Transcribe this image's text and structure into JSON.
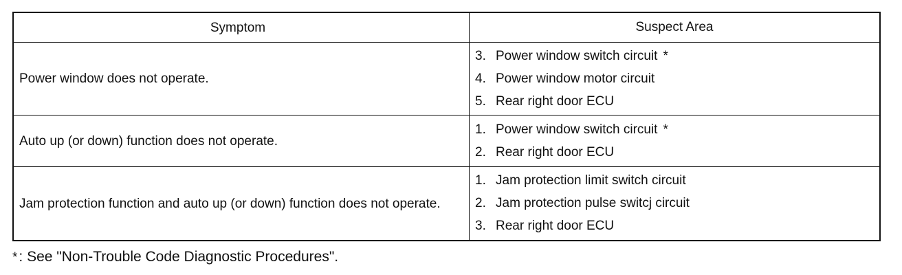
{
  "table": {
    "headers": {
      "symptom": "Symptom",
      "suspect_area": "Suspect Area"
    },
    "rows": [
      {
        "symptom": "Power window does not operate.",
        "suspects": [
          {
            "num": "3.",
            "text": "Power window switch circuit",
            "star": "*"
          },
          {
            "num": "4.",
            "text": "Power window motor circuit",
            "star": ""
          },
          {
            "num": "5.",
            "text": "Rear right door ECU",
            "star": ""
          }
        ]
      },
      {
        "symptom": "Auto up (or down) function does not operate.",
        "suspects": [
          {
            "num": "1.",
            "text": "Power window switch circuit",
            "star": "*"
          },
          {
            "num": "2.",
            "text": "Rear right door ECU",
            "star": ""
          }
        ]
      },
      {
        "symptom": "Jam protection function and auto up (or down) function does not operate.",
        "suspects": [
          {
            "num": "1.",
            "text": "Jam protection limit switch circuit",
            "star": ""
          },
          {
            "num": "2.",
            "text": "Jam protection pulse switcj circuit",
            "star": ""
          },
          {
            "num": "3.",
            "text": "Rear right door ECU",
            "star": ""
          }
        ]
      }
    ]
  },
  "footnote": {
    "star": "*",
    "text": ": See \"Non-Trouble Code Diagnostic Procedures\"."
  }
}
